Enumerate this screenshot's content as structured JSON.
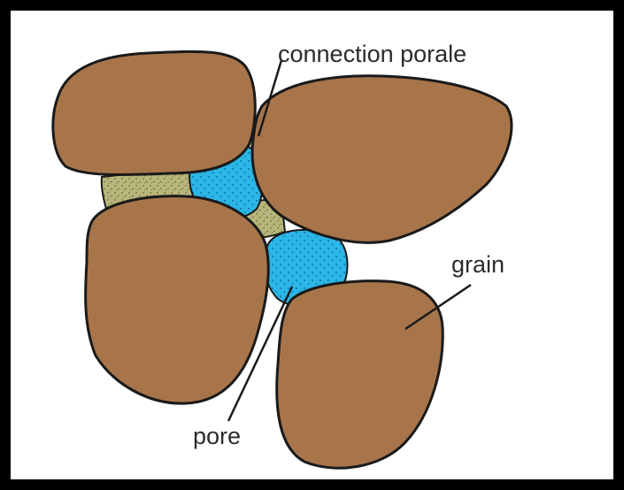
{
  "labels": {
    "connection": "connection porale",
    "grain": "grain",
    "pore": "pore"
  },
  "colors": {
    "grain_fill": "#a8754b",
    "pore_fill": "#2bb6e6",
    "pore_dots": "#0e6fa3",
    "connection_fill": "#b8b67c",
    "connection_dots": "#6f6c37",
    "outline": "#1a1a1a",
    "frame": "#000000",
    "background": "#ffffff"
  }
}
